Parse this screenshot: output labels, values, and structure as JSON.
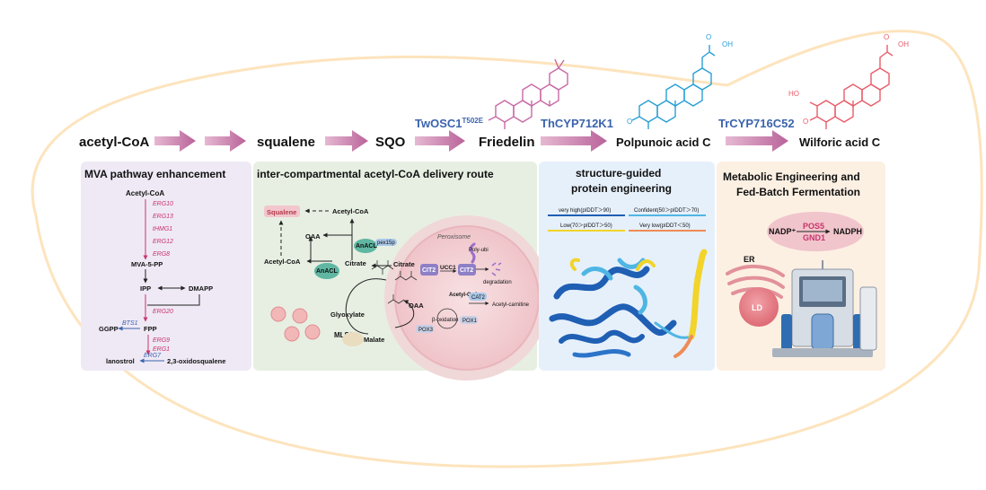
{
  "pathway": {
    "acetyl_coa": "acetyl-CoA",
    "squalene": "squalene",
    "sqo": "SQO",
    "friedelin": "Friedelin",
    "polpunoic": "Polpunoic acid C",
    "wilforic": "Wilforic acid C",
    "enzyme1": "TwOSC1",
    "enzyme1_sup": "T502E",
    "enzyme2": "ThCYP712K1",
    "enzyme3": "TrCYP716C52",
    "oh_label": "OH",
    "o_label": "O",
    "ho_label": "HO"
  },
  "mva": {
    "title": "MVA pathway enhancement",
    "acetyl_coa": "Acetyl-CoA",
    "genes": [
      "ERG10",
      "ERG13",
      "tHMG1",
      "ERG12",
      "ERG8"
    ],
    "mva5pp": "MVA-5-PP",
    "ipp": "IPP",
    "dmapp": "DMAPP",
    "erg20": "ERG20",
    "ggpp": "GGPP",
    "bts1": "BTS1",
    "fpp": "FPP",
    "erg9": "ERG9",
    "erg1": "ERG1",
    "erg7": "ERG7",
    "lanostrol": "lanostrol",
    "oxidosqualene": "2,3-oxidosqualene"
  },
  "acetyl": {
    "title": "inter-compartmental acetyl-CoA delivery route",
    "squalene": "Squalene",
    "acetyl_coa_top": "Acetyl-CoA",
    "oaa": "OAA",
    "anacl1": "AnACL",
    "pex15p": "pex15p",
    "acetyl_coa_left": "Acetyl-CoA",
    "anacl2": "AnACL",
    "citrate": "Citrate",
    "peroxisome": "Peroxisome",
    "polyubi": "Poly-ubi",
    "citrate_p": "Citrate",
    "cit2a": "CIT2",
    "ucc1": "UCC1",
    "cit2b": "CIT2",
    "degradation": "degradation",
    "glyoxylate": "Glyoxylate",
    "oaa_p": "OAA",
    "acetyl_coa_p": "Acetyl-CoA",
    "cat2": "CAT2",
    "acetyl_carnitine": "Acetyl-carnitine",
    "beta_ox": "β-oxidation",
    "pox1": "POX1",
    "pox3": "POX3",
    "mls1": "MLS1",
    "malate": "Malate"
  },
  "protein": {
    "title_l1": "structure-guided",
    "title_l2": "protein engineering",
    "legend": [
      "very high(pIDDT＞90)",
      "Confident(50＞pIDDT＞70)",
      "Low(70＞pIDDT＞50)",
      "Very low(pIDDT＜50)"
    ],
    "colors": [
      "#1f5fb4",
      "#4fb6e3",
      "#f2d42a",
      "#ee8c55"
    ]
  },
  "ferment": {
    "title_l1": "Metabolic Engineering and",
    "title_l2": "Fed-Batch Fermentation",
    "nadp": "NADP⁺",
    "pos5": "POS5",
    "gnd1": "GND1",
    "nadph": "NADPH",
    "er": "ER",
    "ld": "LD"
  },
  "colors": {
    "arrow": "#c98ab0",
    "enzyme_blue": "#3b63ad",
    "gene_pink": "#c8356d",
    "friedelin_mol": "#c86aa6",
    "polpunoic_mol": "#2a9fd6",
    "wilforic_mol": "#e85d6a",
    "bg_outline": "#fde9c8"
  }
}
